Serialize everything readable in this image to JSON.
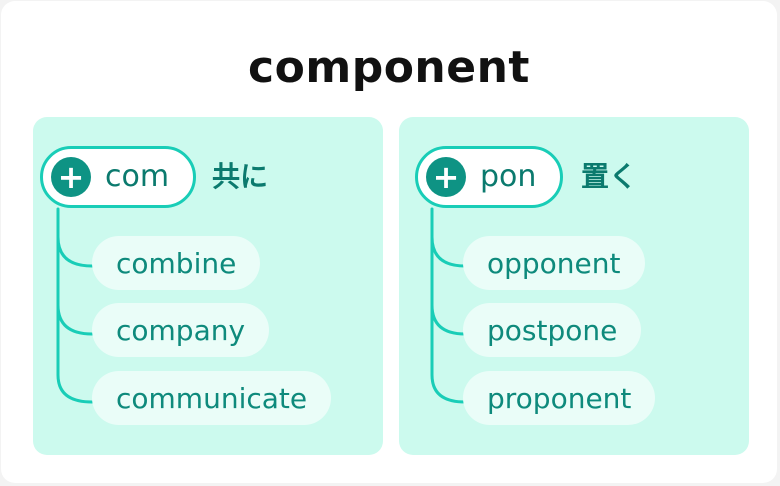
{
  "title": "component",
  "branches": [
    {
      "root": "com",
      "meaning": "共に",
      "words": [
        "combine",
        "company",
        "communicate"
      ]
    },
    {
      "root": "pon",
      "meaning": "置く",
      "words": [
        "opponent",
        "postpone",
        "proponent"
      ]
    }
  ],
  "colors": {
    "panel": "#ccfaee",
    "accent": "#19cdb7",
    "icon": "#0e9384",
    "text": "#0b7a6e",
    "child_bg": "#eafdf8"
  }
}
